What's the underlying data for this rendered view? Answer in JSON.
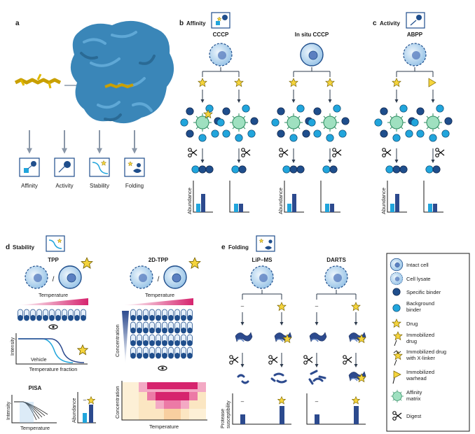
{
  "panels": {
    "a": {
      "letter": "a",
      "labels": [
        "Affinity",
        "Activity",
        "Stability",
        "Folding"
      ]
    },
    "b": {
      "letter": "b",
      "title": "Affinity",
      "methods": [
        "CCCP",
        "In situ CCCP"
      ],
      "ylabel": "Abundance"
    },
    "c": {
      "letter": "c",
      "title": "Activity",
      "method": "ABPP",
      "ylabel": "Abundance"
    },
    "d": {
      "letter": "d",
      "title": "Stability",
      "tpp": {
        "name": "TPP",
        "slash": "/",
        "temp_label": "Temperature",
        "ylabel": "Intensity",
        "xlabel": "Temperature fraction",
        "vehicle": "Vehicle"
      },
      "tpp2d": {
        "name": "2D-TPP",
        "slash": "/",
        "temp_label": "Temperature",
        "conc_label": "Concentration",
        "heat_xlabel": "Temperature",
        "heat_ylabel": "Concentration"
      },
      "pisa": {
        "name": "PISA",
        "ylabel": "Intensity",
        "xlabel": "Temperature",
        "bar_ylabel": "Abundance",
        "dash": "–"
      }
    },
    "e": {
      "letter": "e",
      "title": "Folding",
      "methods": [
        "LiP–MS",
        "DARTS"
      ],
      "dash": "–",
      "ylabel": "Protease susceptibility"
    }
  },
  "legend": {
    "items": [
      {
        "icon": "intact-cell-icon",
        "label": "Intact cell"
      },
      {
        "icon": "cell-lysate-icon",
        "label": "Cell lysate"
      },
      {
        "icon": "specific-binder-icon",
        "label": "Specific binder"
      },
      {
        "icon": "background-binder-icon",
        "label": "Background binder"
      },
      {
        "icon": "drug-icon",
        "label": "Drug"
      },
      {
        "icon": "immobilized-drug-icon",
        "label": "Immobilized drug"
      },
      {
        "icon": "immobilized-drug-xlinker-icon",
        "label": "Immobilized drug with X-linker"
      },
      {
        "icon": "immobilized-warhead-icon",
        "label": "Immobilized warhead"
      },
      {
        "icon": "affinity-matrix-icon",
        "label": "Affinity matrix"
      },
      {
        "icon": "digest-icon",
        "label": "Digest"
      }
    ]
  },
  "colors": {
    "light_blue": "#21a5dc",
    "dark_blue": "#1f4e8c",
    "protein": "#3a86b8",
    "drug": "#f5d43c",
    "matrix": "#56c08b",
    "arrow": "#8a97a8",
    "heat": "#d6246e"
  }
}
